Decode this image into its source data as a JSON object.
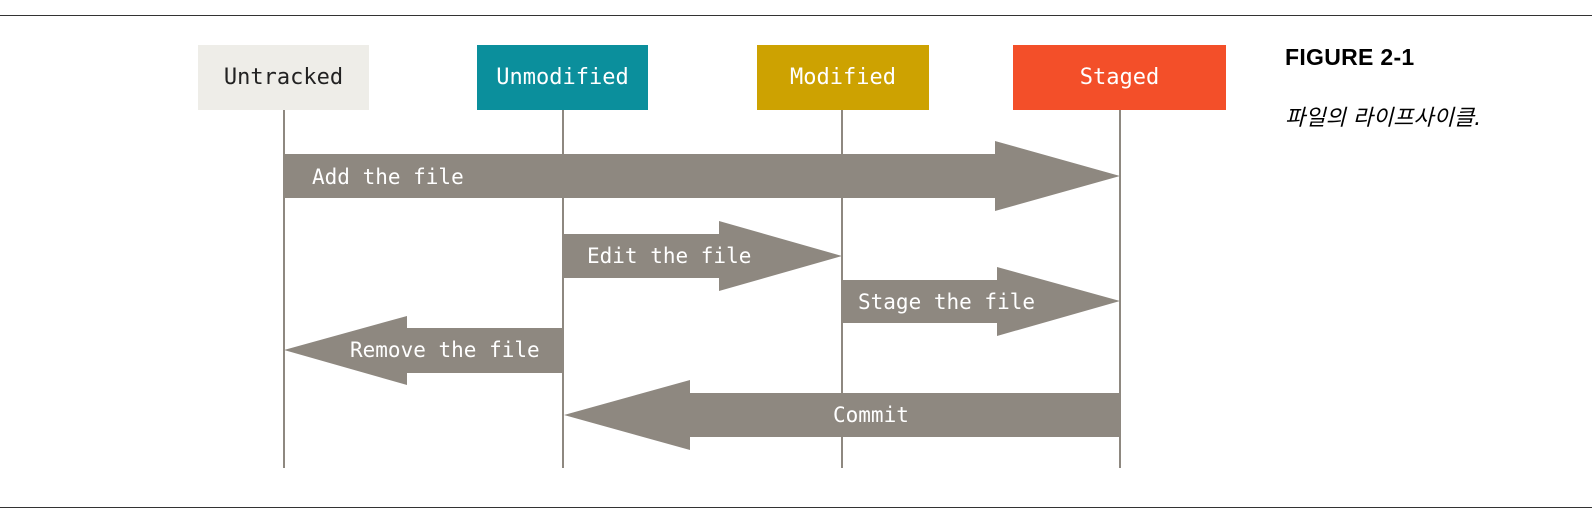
{
  "diagram": {
    "states": [
      {
        "label": "Untracked",
        "color": "#eeede8",
        "text_color": "#222222"
      },
      {
        "label": "Unmodified",
        "color": "#0b8f9c",
        "text_color": "#ffffff"
      },
      {
        "label": "Modified",
        "color": "#cda201",
        "text_color": "#ffffff"
      },
      {
        "label": "Staged",
        "color": "#f34f29",
        "text_color": "#ffffff"
      }
    ],
    "arrow_color": "#8e8880",
    "transitions": [
      {
        "label": "Add the file",
        "from": "Untracked",
        "to": "Staged"
      },
      {
        "label": "Edit the file",
        "from": "Unmodified",
        "to": "Modified"
      },
      {
        "label": "Stage the file",
        "from": "Modified",
        "to": "Staged"
      },
      {
        "label": "Remove the file",
        "from": "Unmodified",
        "to": "Untracked"
      },
      {
        "label": "Commit",
        "from": "Staged",
        "to": "Unmodified"
      }
    ]
  },
  "caption": {
    "figure": "FIGURE 2-1",
    "text": "파일의 라이프사이클."
  }
}
